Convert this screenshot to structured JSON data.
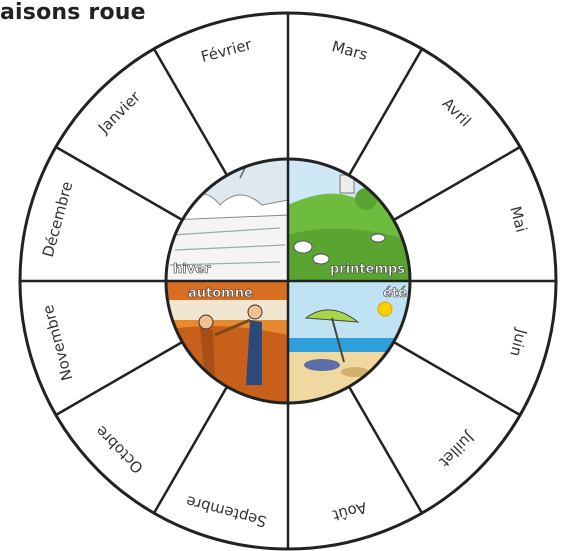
{
  "title": "aisons roue",
  "months": [
    "Mars",
    "Avril",
    "Mai",
    "Juin",
    "Juillet",
    "Août",
    "Septembre",
    "Octobre",
    "Novembre",
    "Décembre",
    "Janvier",
    "Février"
  ],
  "seasons": {
    "winter": "hiver",
    "spring": "printemps",
    "summer": "été",
    "autumn": "automne"
  },
  "colors": {
    "line": "#222222",
    "sky": "#bfe3f3",
    "grass": "#6dbb3f",
    "sand": "#efd9a1",
    "sea": "#2e9fd8",
    "autumn_orange": "#e07a2a",
    "winter_snow": "#f2f2f2",
    "sun": "#ffd000"
  }
}
